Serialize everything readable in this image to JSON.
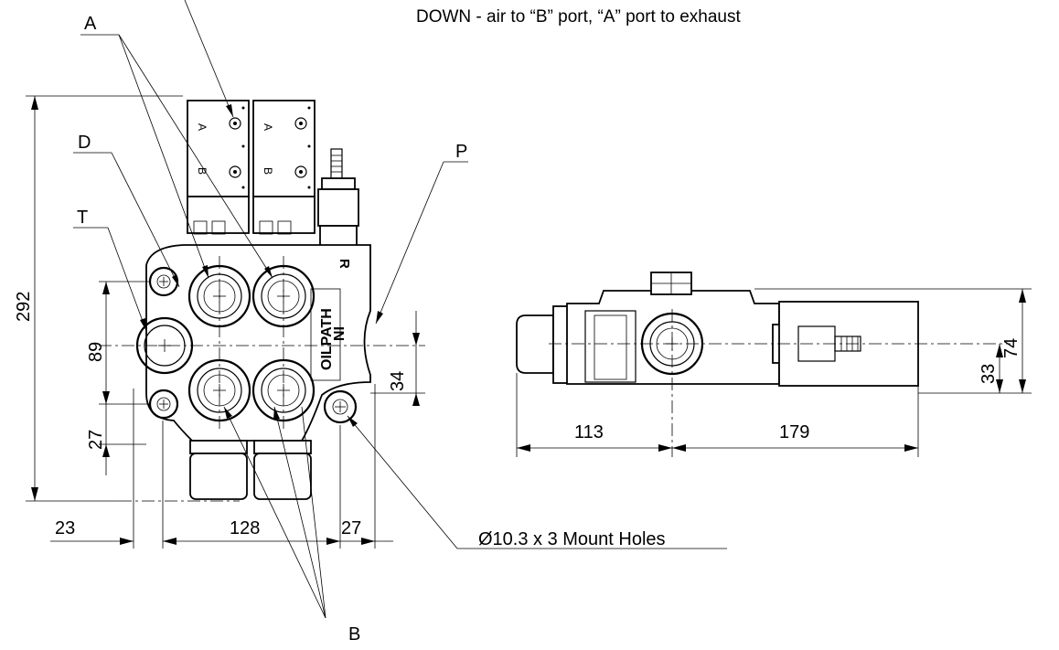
{
  "header_note": "DOWN - air to “B” port, “A” port to exhaust",
  "callouts": {
    "A": "A",
    "B": "B",
    "D": "D",
    "T": "T",
    "P": "P",
    "mount_holes": "Ø10.3 x 3 Mount Holes"
  },
  "dimensions": {
    "overall_height": "292",
    "port_spacing": "89",
    "lower_offset": "27",
    "center_offset": "34",
    "left_margin": "23",
    "hole_spacing": "128",
    "right_margin": "27",
    "side_left": "113",
    "side_right": "179",
    "side_center": "33",
    "side_height": "74"
  },
  "body_marks": {
    "brand": "OILPATH",
    "inlet": "IN",
    "r_mark": "R",
    "coil_a1": "A",
    "coil_b1": "B",
    "coil_a2": "A",
    "coil_b2": "B"
  }
}
